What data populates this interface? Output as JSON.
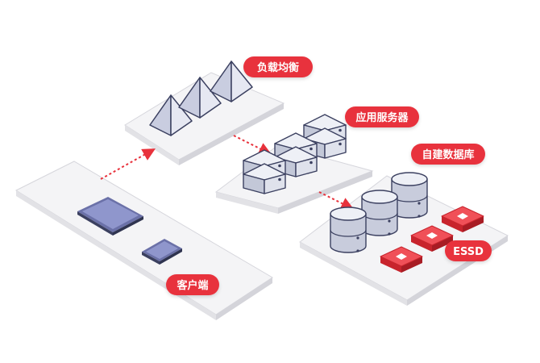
{
  "labels": {
    "load_balancer": "负载均衡",
    "app_server": "应用服务器",
    "database": "自建数据库",
    "essd": "ESSD",
    "client": "客户端"
  },
  "colors": {
    "accent_red": "#e8323c",
    "platform": "#f2f2f4",
    "platform_edge": "#d9d9de",
    "server_light": "#dfe2ec",
    "server_dark": "#c3c8d8",
    "outline": "#3b4060",
    "device_screen": "#8f96cc",
    "arrow": "#e8323c"
  },
  "icons": [
    "pyramid-icon",
    "server-icon",
    "database-cylinder-icon",
    "essd-disk-icon",
    "tablet-icon",
    "phone-icon"
  ]
}
